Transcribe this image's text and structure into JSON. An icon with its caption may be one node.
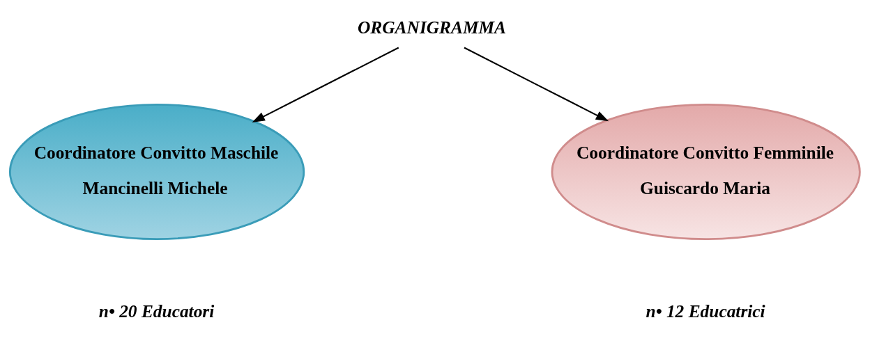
{
  "diagram": {
    "nodes": [
      {
        "text": [
          "ORGANIGRAMMA"
        ]
      },
      {
        "text": [
          "Coordinatore Convitto Maschile",
          "Mancinelli Michele"
        ],
        "beside": [
          "n• 20 Educatori"
        ]
      },
      {
        "text": [
          "Coordinatore Convitto Femminile",
          "Guiscardo Maria"
        ],
        "beside": [
          "n• 12 Educatrici"
        ]
      }
    ],
    "edges": [
      {
        "from": 0,
        "to": 1,
        "arrow": "to"
      },
      {
        "from": 0,
        "to": 2,
        "arrow": "to"
      }
    ]
  }
}
